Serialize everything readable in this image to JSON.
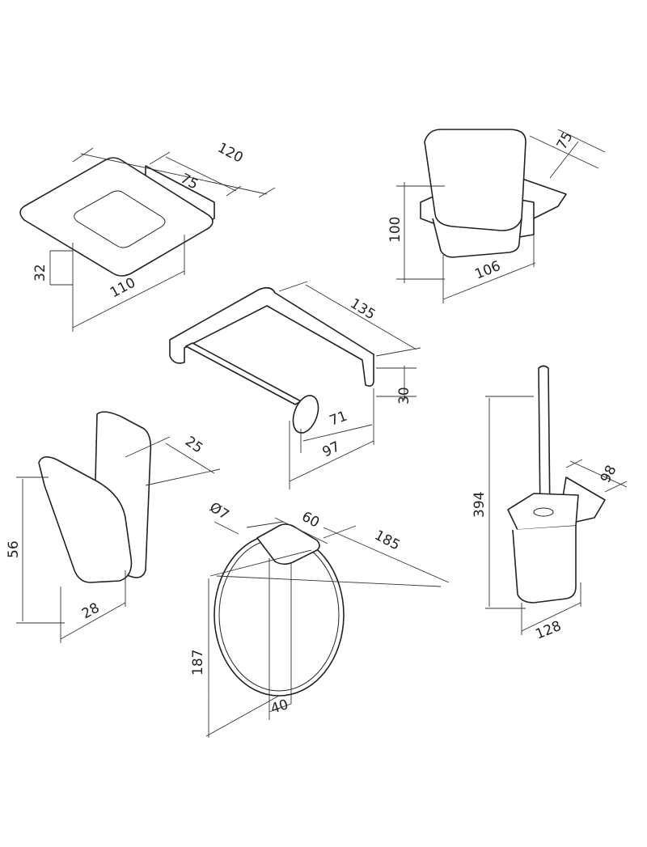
{
  "drawing": {
    "soap_dish": {
      "width": "120",
      "plate_width": "75",
      "height": "32",
      "depth": "110"
    },
    "tumbler_holder": {
      "plate_width": "75",
      "height": "100",
      "depth": "106"
    },
    "paper_holder": {
      "width": "135",
      "height": "30",
      "inner": "71",
      "depth": "97"
    },
    "hook": {
      "width": "25",
      "height": "56",
      "depth": "28"
    },
    "towel_ring": {
      "rod_diameter": "Ø7",
      "plate_width": "60",
      "width": "185",
      "height": "187",
      "depth": "40"
    },
    "toilet_brush": {
      "height": "394",
      "plate_width": "98",
      "depth": "128"
    }
  }
}
